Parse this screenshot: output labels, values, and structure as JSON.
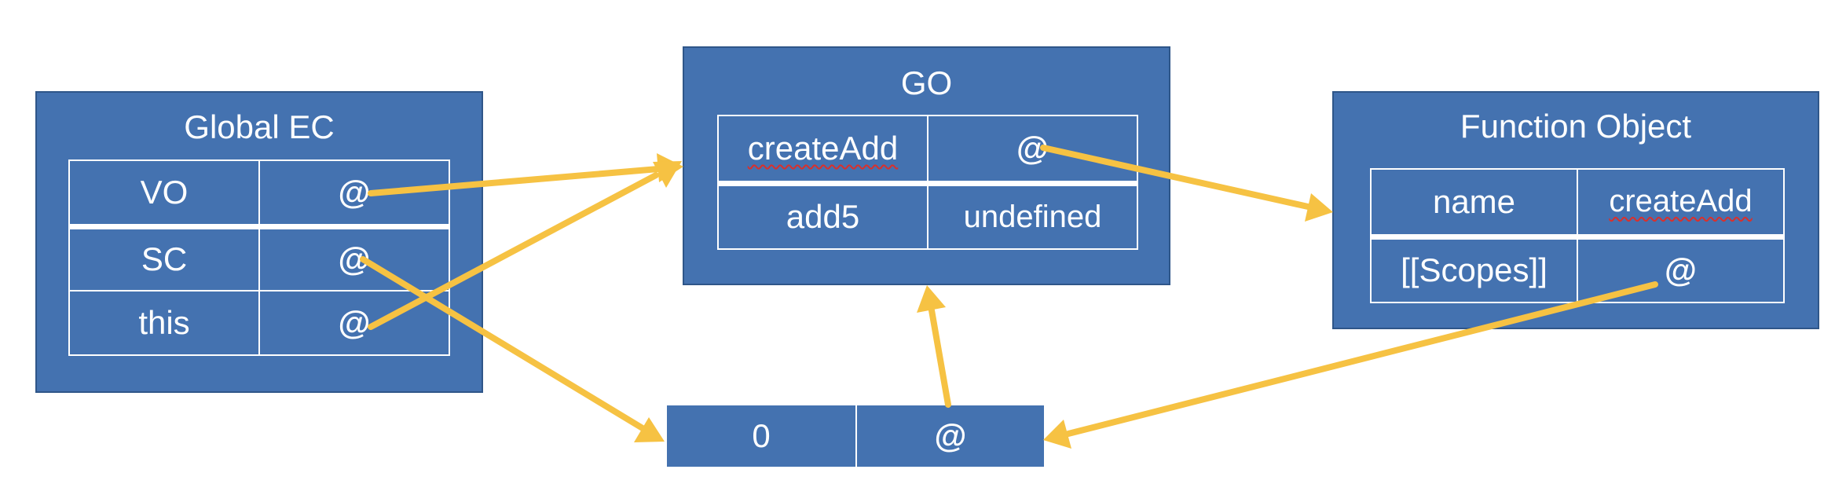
{
  "global_ec": {
    "title": "Global EC",
    "rows": [
      {
        "key": "VO",
        "value": "@"
      },
      {
        "key": "SC",
        "value": "@"
      },
      {
        "key": "this",
        "value": "@"
      }
    ]
  },
  "go": {
    "title": "GO",
    "rows": [
      {
        "key": "createAdd",
        "value": "@"
      },
      {
        "key": "add5",
        "value": "undefined"
      }
    ]
  },
  "function_object": {
    "title": "Function Object",
    "rows": [
      {
        "key": "name",
        "value": "createAdd"
      },
      {
        "key": "[[Scopes]]",
        "value": "@"
      }
    ]
  },
  "scope_chain": {
    "index": "0",
    "value": "@"
  },
  "colors": {
    "box_fill": "#4472b0",
    "box_border": "#2f5689",
    "text": "#ffffff",
    "arrow": "#f6c243",
    "spellcheck": "#d9302c"
  }
}
